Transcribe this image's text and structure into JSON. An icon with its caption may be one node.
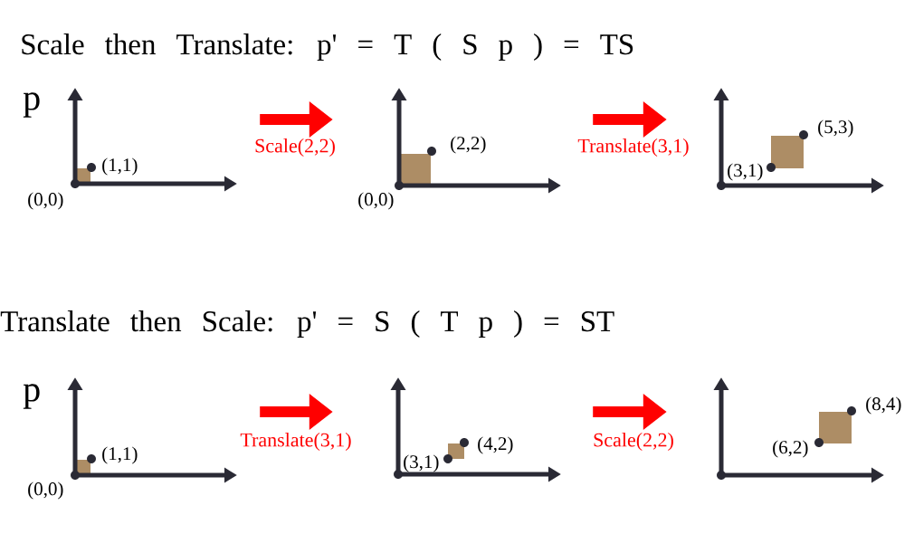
{
  "diagram": {
    "nodes": [
      {
        "text": [
          "(0,0)",
          "(1,1)"
        ]
      },
      {
        "text": [
          "(0,0)",
          "(2,2)"
        ]
      },
      {
        "text": [
          "(3,1)",
          "(5,3)"
        ]
      },
      {
        "text": [
          "(0,0)",
          "(1,1)"
        ]
      },
      {
        "text": [
          "(3,1)",
          "(4,2)"
        ]
      },
      {
        "text": [
          "(6,2)",
          "(8,4)"
        ]
      }
    ],
    "edges": [
      {
        "from": 0,
        "to": 1,
        "arrow": "to",
        "label": "Scale(2,2)"
      },
      {
        "from": 1,
        "to": 2,
        "arrow": "to",
        "label": "Translate(3,1)"
      },
      {
        "from": 3,
        "to": 4,
        "arrow": "to",
        "label": "Translate(3,1)"
      },
      {
        "from": 4,
        "to": 5,
        "arrow": "to",
        "label": "Scale(2,2)"
      }
    ],
    "labels": [
      "Scale then Translate: p' = T ( S p ) = TS",
      "p",
      "Translate then Scale: p' = S ( T p ) = ST",
      "p"
    ]
  }
}
